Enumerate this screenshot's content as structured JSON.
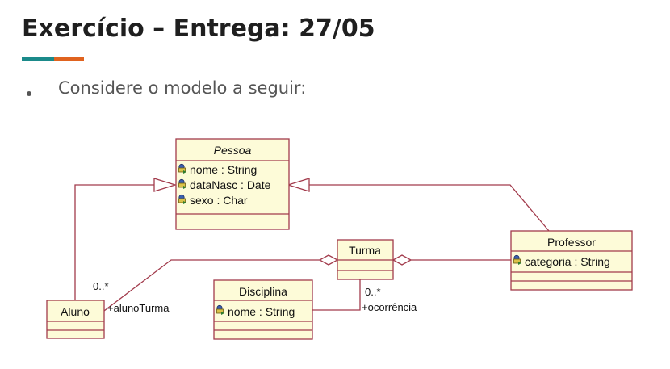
{
  "slide": {
    "title": "Exercício – Entrega: 27/05",
    "bullet": "Considere o modelo a seguir:"
  },
  "colors": {
    "box_fill": "#fdfbd8",
    "box_stroke": "#a23b4c",
    "accent_teal": "#1b8a8a",
    "accent_orange": "#e0631f"
  },
  "diagram": {
    "pessoa": {
      "name": "Pessoa",
      "attributes": [
        "nome : String",
        "dataNasc : Date",
        "sexo : Char"
      ]
    },
    "turma": {
      "name": "Turma"
    },
    "professor": {
      "name": "Professor",
      "attributes": [
        "categoria : String"
      ]
    },
    "disciplina": {
      "name": "Disciplina",
      "attributes": [
        "nome : String"
      ]
    },
    "aluno": {
      "name": "Aluno"
    },
    "assoc_aluno": {
      "multiplicity": "0..*",
      "role": "+alunoTurma"
    },
    "assoc_disciplina": {
      "multiplicity": "0..*",
      "role": "+ocorrência"
    },
    "attribute_icon": "protected-attribute-icon"
  }
}
